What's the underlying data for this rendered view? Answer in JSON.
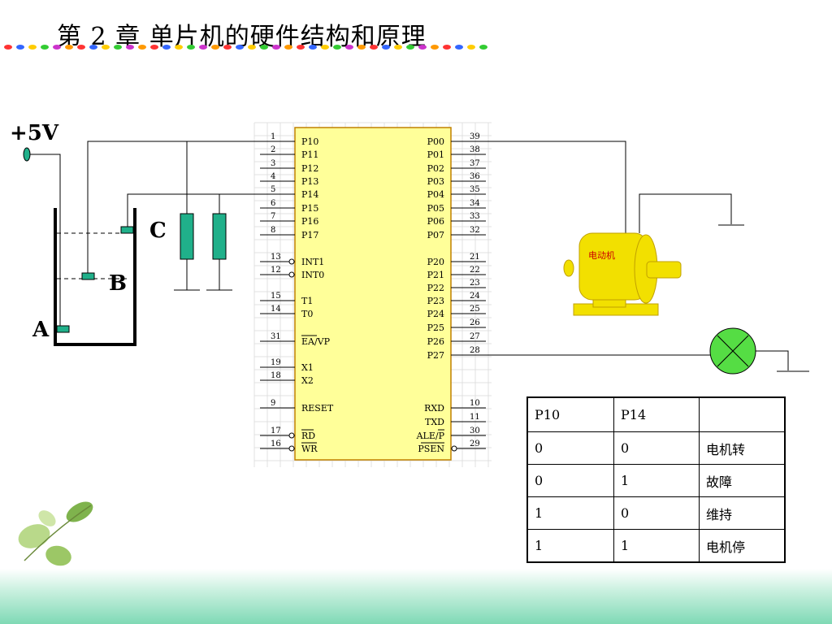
{
  "title": "第 2 章 单片机的硬件结构和原理",
  "labels": {
    "supply": "+5V",
    "probe_a": "A",
    "probe_b": "B",
    "probe_c": "C",
    "motor": "电动机"
  },
  "chip": {
    "left_pins": [
      {
        "num": "1",
        "name": "P10"
      },
      {
        "num": "2",
        "name": "P11"
      },
      {
        "num": "3",
        "name": "P12"
      },
      {
        "num": "4",
        "name": "P13"
      },
      {
        "num": "5",
        "name": "P14"
      },
      {
        "num": "6",
        "name": "P15"
      },
      {
        "num": "7",
        "name": "P16"
      },
      {
        "num": "8",
        "name": "P17"
      },
      {
        "num": "13",
        "name": "INT1"
      },
      {
        "num": "12",
        "name": "INT0"
      },
      {
        "num": "15",
        "name": "T1"
      },
      {
        "num": "14",
        "name": "T0"
      },
      {
        "num": "31",
        "name": "EA/VP"
      },
      {
        "num": "19",
        "name": "X1"
      },
      {
        "num": "18",
        "name": "X2"
      },
      {
        "num": "9",
        "name": "RESET"
      },
      {
        "num": "17",
        "name": "RD"
      },
      {
        "num": "16",
        "name": "WR"
      }
    ],
    "right_pins": [
      {
        "num": "39",
        "name": "P00"
      },
      {
        "num": "38",
        "name": "P01"
      },
      {
        "num": "37",
        "name": "P02"
      },
      {
        "num": "36",
        "name": "P03"
      },
      {
        "num": "35",
        "name": "P04"
      },
      {
        "num": "34",
        "name": "P05"
      },
      {
        "num": "33",
        "name": "P06"
      },
      {
        "num": "32",
        "name": "P07"
      },
      {
        "num": "21",
        "name": "P20"
      },
      {
        "num": "22",
        "name": "P21"
      },
      {
        "num": "23",
        "name": "P22"
      },
      {
        "num": "24",
        "name": "P23"
      },
      {
        "num": "25",
        "name": "P24"
      },
      {
        "num": "26",
        "name": "P25"
      },
      {
        "num": "27",
        "name": "P26"
      },
      {
        "num": "28",
        "name": "P27"
      },
      {
        "num": "10",
        "name": "RXD"
      },
      {
        "num": "11",
        "name": "TXD"
      },
      {
        "num": "30",
        "name": "ALE/P"
      },
      {
        "num": "29",
        "name": "PSEN"
      }
    ]
  },
  "table": {
    "header": [
      "P10",
      "P14",
      ""
    ],
    "rows": [
      [
        "0",
        "0",
        "电机转"
      ],
      [
        "0",
        "1",
        "故障"
      ],
      [
        "1",
        "0",
        "维持"
      ],
      [
        "1",
        "1",
        "电机停"
      ]
    ]
  },
  "colors": {
    "chip_fill": "#ffff99",
    "chip_border": "#c08000",
    "probe": "#20b08a",
    "motor": "#f2e000",
    "lamp": "#55dd44"
  }
}
